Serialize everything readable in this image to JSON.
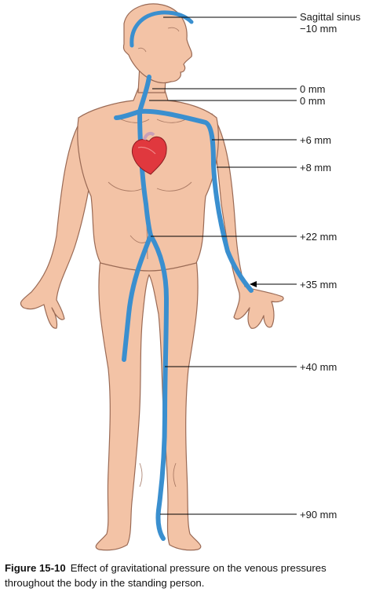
{
  "labels": {
    "sagittal_line1": "Sagittal sinus",
    "sagittal_line2": "−10 mm",
    "jugular_upper": "0 mm",
    "jugular_lower": "0 mm",
    "subclavian": "+6 mm",
    "arm_upper": "+8 mm",
    "abdomen": "+22 mm",
    "wrist": "+35 mm",
    "thigh": "+40 mm",
    "ankle": "+90 mm"
  },
  "caption": {
    "figure_number": "Figure 15-10",
    "text": "Effect of gravitational pressure on the venous pressures throughout the body in the standing person."
  },
  "colors": {
    "skin": "#f3c3a6",
    "skin_outline": "#9a6a55",
    "vein": "#3a8fcf",
    "heart": "#e0383e",
    "leader": "#000000"
  }
}
